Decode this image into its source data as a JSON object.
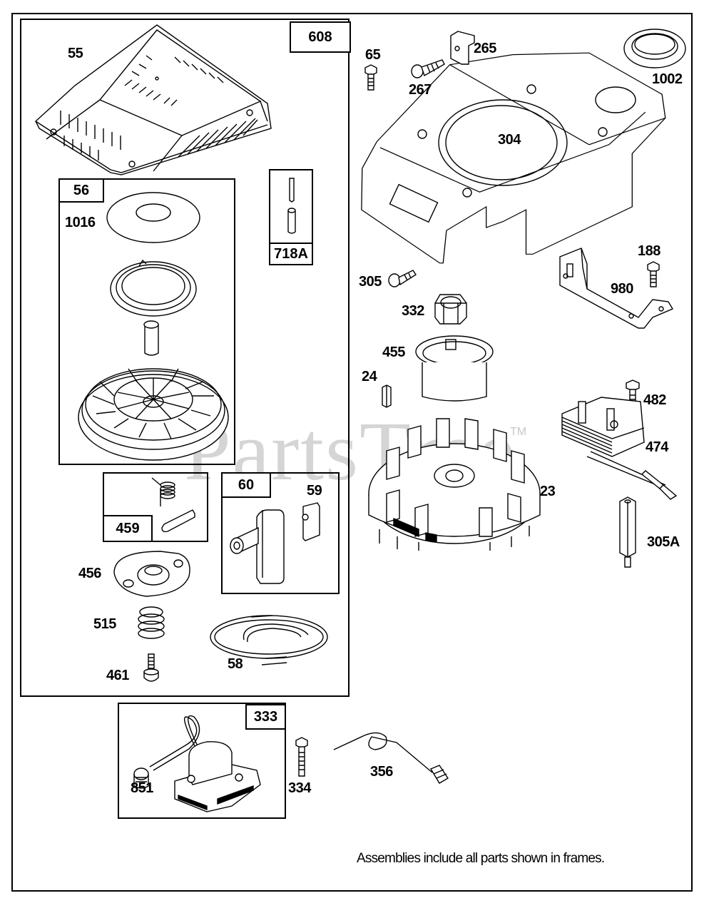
{
  "diagram": {
    "title": "Blower Housing / Rewind Starter / Flywheel / Ignition Parts Diagram",
    "watermark": "PartsTree",
    "watermark_tm": "TM",
    "footnote": "Assemblies include all parts shown in frames.",
    "assembly_frames": [
      {
        "id": "608",
        "contents": [
          "55",
          "56",
          "718A",
          "459",
          "60",
          "456",
          "515",
          "461",
          "58"
        ]
      },
      {
        "id": "56",
        "contents": [
          "1016"
        ]
      },
      {
        "id": "718A",
        "contents": []
      },
      {
        "id": "459",
        "contents": []
      },
      {
        "id": "60",
        "contents": [
          "59"
        ]
      },
      {
        "id": "333",
        "contents": [
          "851"
        ]
      }
    ],
    "part_labels": {
      "p55": "55",
      "p1016": "1016",
      "p456": "456",
      "p515": "515",
      "p461": "461",
      "p58": "58",
      "p59": "59",
      "p65": "65",
      "p267": "267",
      "p265": "265",
      "p1002": "1002",
      "p304": "304",
      "p188": "188",
      "p980": "980",
      "p305": "305",
      "p332": "332",
      "p455": "455",
      "p24": "24",
      "p482": "482",
      "p474": "474",
      "p23": "23",
      "p305A": "305A",
      "p851": "851",
      "p334": "334",
      "p356": "356"
    },
    "frame_labels": {
      "f608": "608",
      "f56": "56",
      "f718A": "718A",
      "f459": "459",
      "f60": "60",
      "f333": "333"
    }
  }
}
